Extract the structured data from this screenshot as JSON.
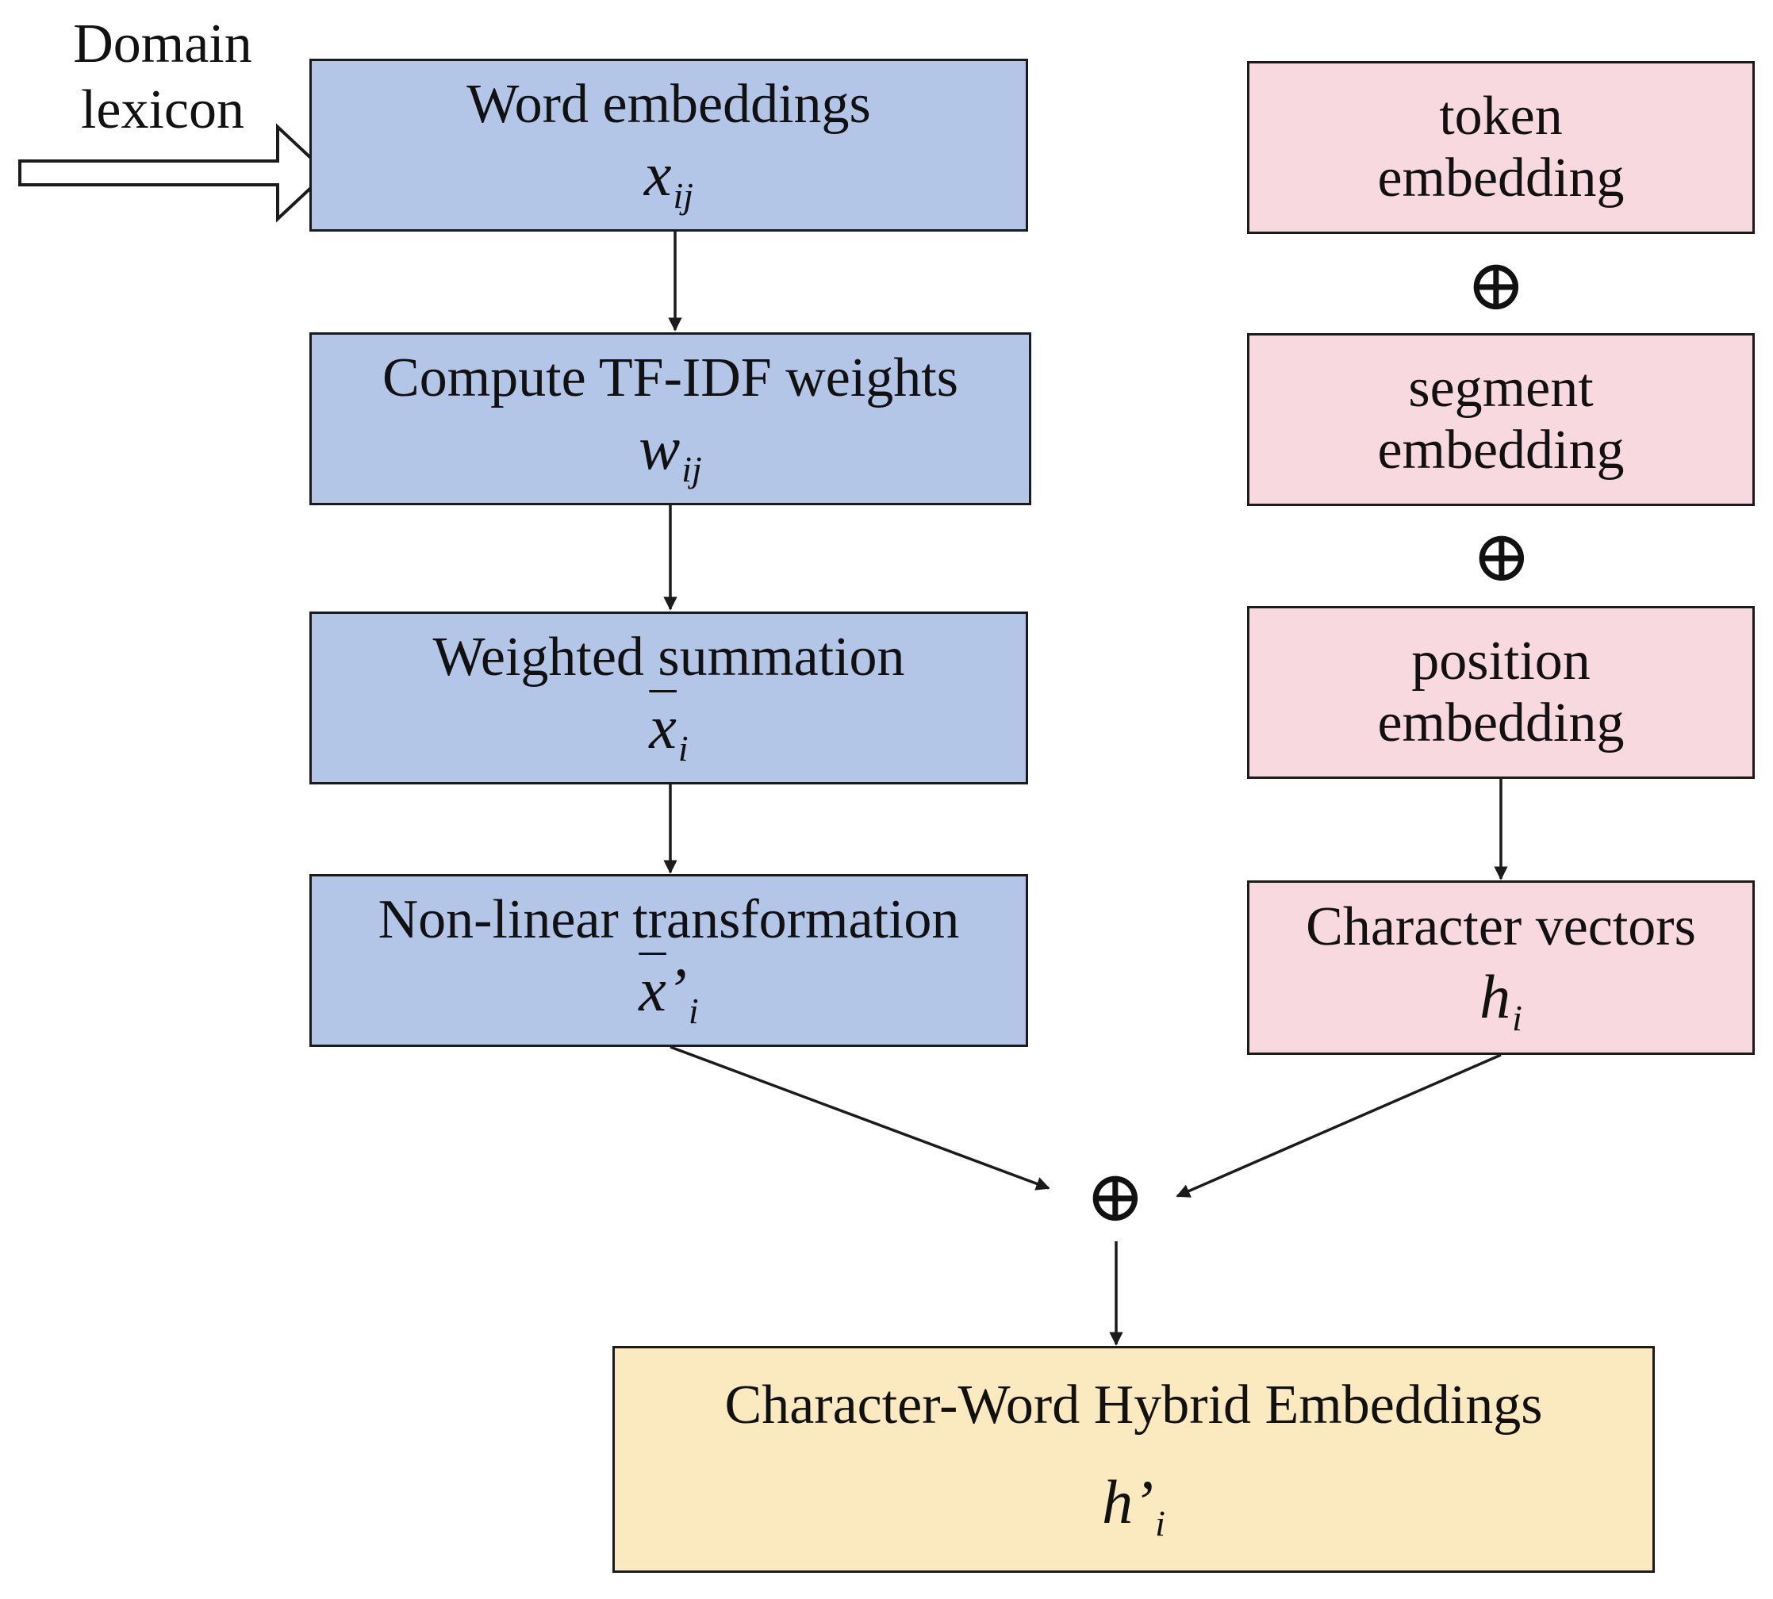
{
  "input": {
    "label_line1": "Domain",
    "label_line2": "lexicon"
  },
  "left_column": [
    {
      "title": "Word embeddings",
      "symbol": "x",
      "subscript": "ij",
      "bar": false,
      "prime": ""
    },
    {
      "title": "Compute TF-IDF weights",
      "symbol": "w",
      "subscript": "ij",
      "bar": false,
      "prime": ""
    },
    {
      "title": "Weighted summation",
      "symbol": "x",
      "subscript": "i",
      "bar": true,
      "prime": ""
    },
    {
      "title": "Non-linear transformation",
      "symbol": "x",
      "subscript": "i",
      "bar": true,
      "prime": "’"
    }
  ],
  "right_column": [
    {
      "line1": "token",
      "line2": "embedding"
    },
    {
      "line1": "segment",
      "line2": "embedding"
    },
    {
      "line1": "position",
      "line2": "embedding"
    }
  ],
  "char_vectors": {
    "title": "Character vectors",
    "symbol": "h",
    "subscript": "i"
  },
  "operator": "⊕",
  "output": {
    "title": "Character-Word Hybrid Embeddings",
    "symbol": "h",
    "prime": "’",
    "subscript": "i"
  },
  "colors": {
    "blue": "#b4c6e8",
    "pink": "#f7d9df",
    "yellow": "#fbeac0"
  }
}
